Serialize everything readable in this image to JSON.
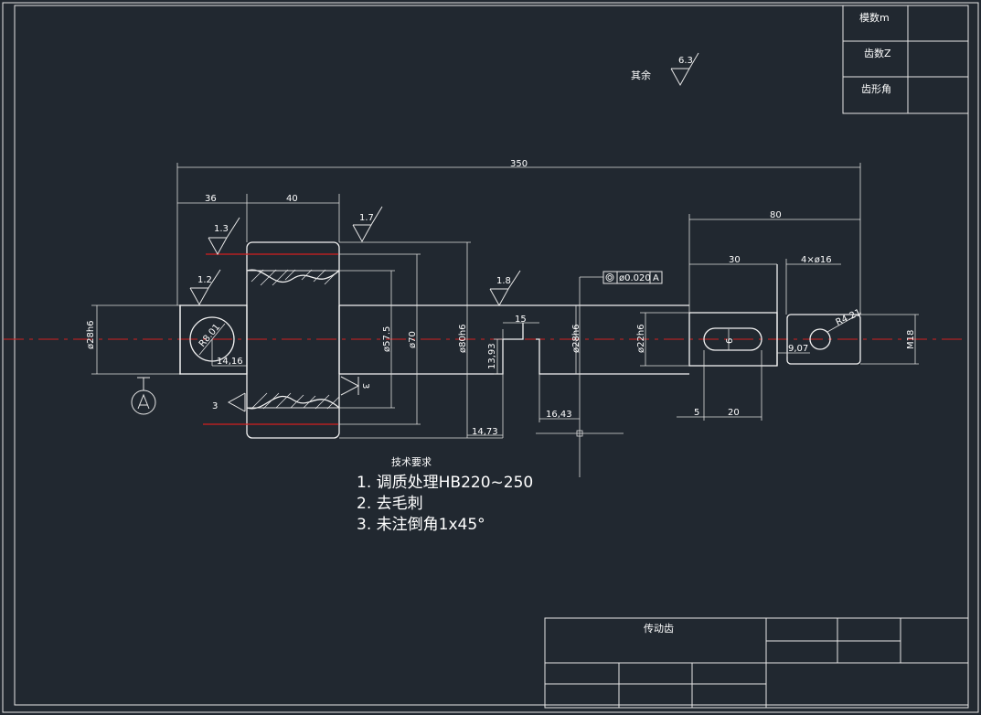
{
  "title_block": {
    "part_name": "传动齿"
  },
  "param_table": {
    "rows": [
      "模数m",
      "齿数Z",
      "齿形角"
    ]
  },
  "surface_finish": {
    "other_label": "其余",
    "other_value": "6.3",
    "marks": [
      "1.3",
      "1.7",
      "1.2",
      "1.8"
    ]
  },
  "dimensions": {
    "overall_length": "350",
    "d36": "36",
    "d40": "40",
    "d80": "80",
    "d30": "30",
    "holes": "4×ø16",
    "d15": "15",
    "d5": "5",
    "d20": "20",
    "d1643": "16,43",
    "d1473": "14,73",
    "d1416": "14,16",
    "d907": "9,07",
    "dia_28h6_left": "ø28h6",
    "dia_575": "ø57.5",
    "dia_70": "ø70",
    "dia_80h6": "ø80h6",
    "dim_1393": "13,93",
    "dia_28h6_mid": "ø28h6",
    "dia_22h6": "ø22h6",
    "key_6": "6",
    "thread": "M18",
    "r8": "R8.01",
    "r4": "R4.21",
    "roughness_3a": "3",
    "roughness_3b": "3",
    "tolerance_value": "ø0.020",
    "tolerance_datum": "A"
  },
  "tech_requirements": {
    "heading": "技术要求",
    "items": [
      "1. 调质处理HB220~250",
      "2. 去毛刺",
      "3. 未注倒角1x45°"
    ]
  }
}
